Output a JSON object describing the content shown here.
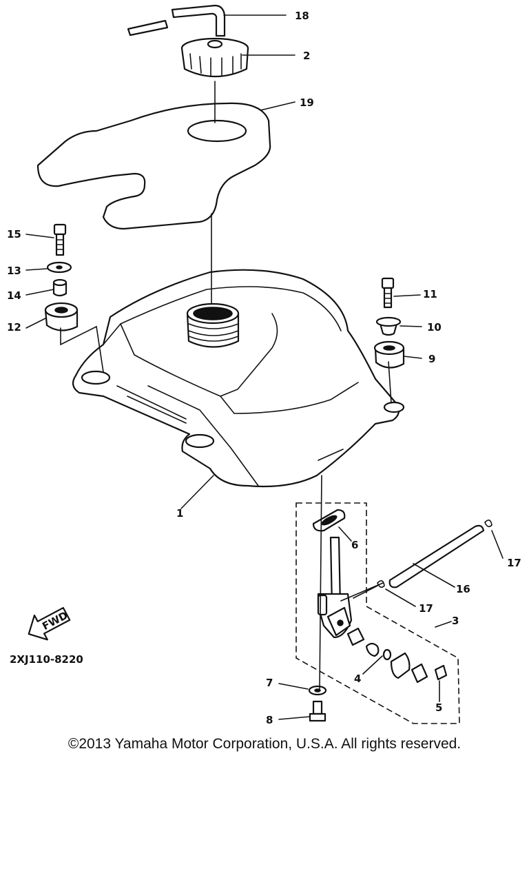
{
  "labels": {
    "p1": "1",
    "p2": "2",
    "p3": "3",
    "p4": "4",
    "p5": "5",
    "p6": "6",
    "p7": "7",
    "p8": "8",
    "p9": "9",
    "p10": "10",
    "p11": "11",
    "p12": "12",
    "p13": "13",
    "p14": "14",
    "p15": "15",
    "p16": "16",
    "p17a": "17",
    "p17b": "17",
    "p18": "18",
    "p19": "19"
  },
  "fwd_label": "FWD",
  "diagram_code": "2XJ110-8220",
  "copyright": "©2013 Yamaha Motor Corporation, U.S.A. All rights reserved."
}
